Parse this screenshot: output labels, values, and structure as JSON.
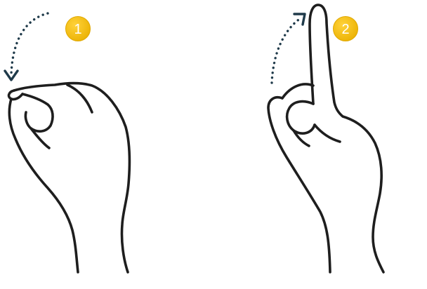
{
  "steps": [
    {
      "number": "1",
      "gesture": "hand-fingers-curled",
      "arrow": "dotted-arrow-down"
    },
    {
      "number": "2",
      "gesture": "hand-finger-extended",
      "arrow": "dotted-arrow-up"
    }
  ],
  "colors": {
    "badge_fill": "#f2bc13",
    "badge_edge": "#e0a800",
    "badge_text": "#ffffff",
    "line": "#1e1e1e",
    "arrow": "#1f3a4a",
    "background": "#ffffff"
  }
}
